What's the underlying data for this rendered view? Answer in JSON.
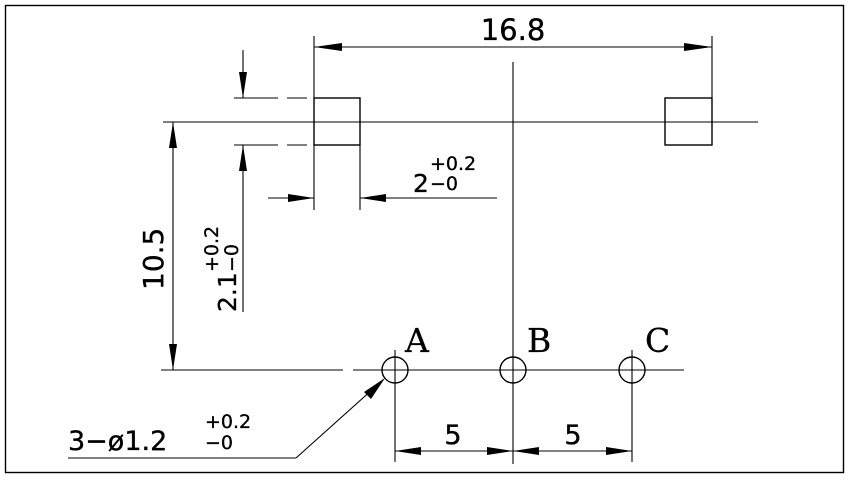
{
  "dimensions": {
    "overall_width": "16.8",
    "pad_width_main": "2",
    "pad_width_tol_plus": "+0.2",
    "pad_width_tol_minus": "−0",
    "pad_height_main": "2.1",
    "pad_height_tol_plus": "+0.2",
    "pad_height_tol_minus": "−0",
    "height": "10.5",
    "hole_note_main": "3−ø1.2",
    "hole_note_tol_plus": "+0.2",
    "hole_note_tol_minus": "−0",
    "pitch_ab": "5",
    "pitch_bc": "5"
  },
  "holes": {
    "a_label": "A",
    "b_label": "B",
    "c_label": "C"
  }
}
